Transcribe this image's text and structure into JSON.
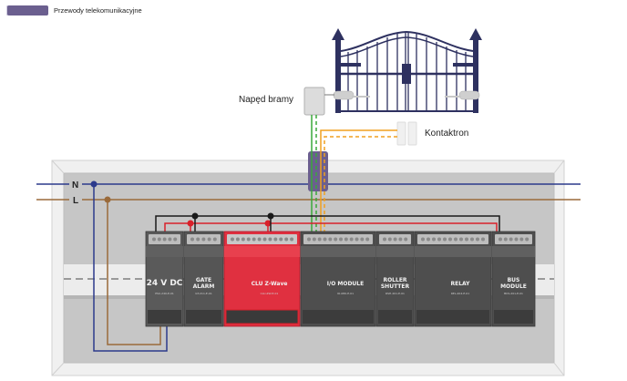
{
  "legend": {
    "label": "Przewody telekomunikacyjne",
    "color": "#6b5f8f"
  },
  "labels": {
    "gate_drive": "Napęd bramy",
    "reed_switch": "Kontaktron",
    "neutral": "N",
    "line": "L"
  },
  "modules": [
    {
      "id": "psu",
      "title": "24 V DC",
      "subtitle": "PSU-240-E-01",
      "color": "#5a5a5a"
    },
    {
      "id": "gate-alarm",
      "title_line1": "GATE",
      "title_line2": "ALARM",
      "subtitle": "GT-211-E-01",
      "color": "#555555"
    },
    {
      "id": "clu-zwave",
      "title": "CLU Z-Wave",
      "subtitle": "CLU-ZW-E-01",
      "color": "#e03040"
    },
    {
      "id": "io-module",
      "title": "I/O MODULE",
      "subtitle": "IO-080-E-01",
      "color": "#4e4e4e"
    },
    {
      "id": "roller-shutter",
      "title_line1": "ROLLER",
      "title_line2": "SHUTTER",
      "subtitle": "RSH-201-E-01",
      "color": "#4e4e4e"
    },
    {
      "id": "relay",
      "title": "RELAY",
      "subtitle": "REL-204-E-01",
      "color": "#4e4e4e"
    },
    {
      "id": "bus-module",
      "title_line1": "BUS",
      "title_line2": "MODULE",
      "subtitle": "BUS-201-E-01",
      "color": "#4e4e4e"
    }
  ],
  "wire_colors": {
    "neutral": "#2c3a8c",
    "line": "#9a6a3a",
    "bus_black": "#1a1a1a",
    "bus_red": "#d8202a",
    "green": "#3aa83a",
    "orange": "#f0a020",
    "telecom": "#6b5f8f"
  }
}
